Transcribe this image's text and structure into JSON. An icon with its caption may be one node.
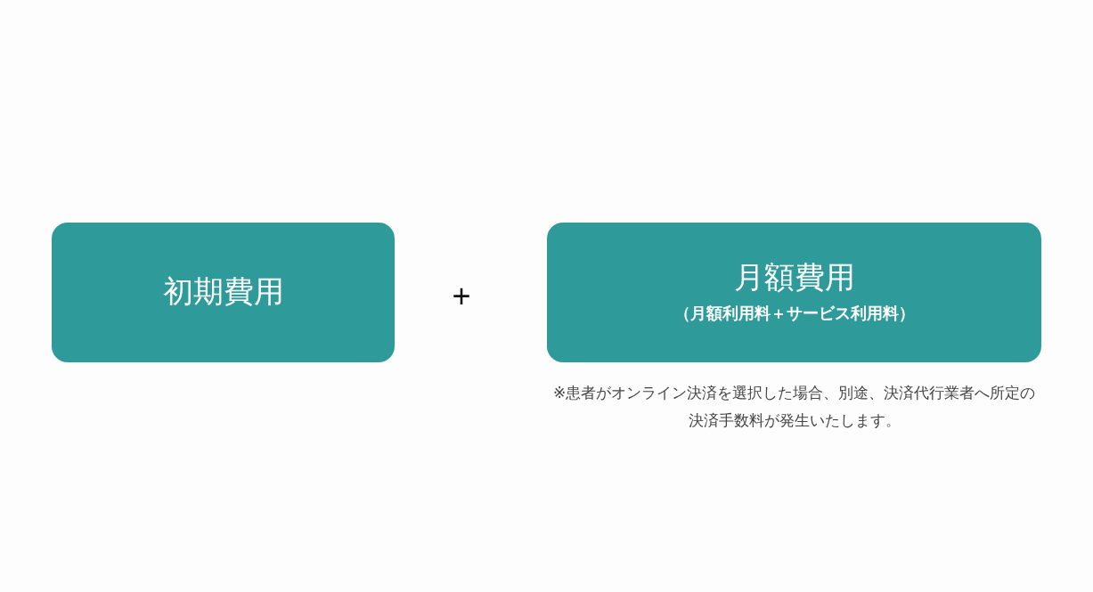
{
  "diagram": {
    "nodes": [
      {
        "text": [
          "初期費用"
        ]
      },
      {
        "text": [
          "月額費用",
          "（月額利用料＋サービス利用料）"
        ],
        "beside": [
          "※患者がオンライン決済を選択した場合、別途、決済代行業者へ所定の決済手数料が発生いたします。"
        ]
      }
    ],
    "labels": [
      "+"
    ]
  }
}
